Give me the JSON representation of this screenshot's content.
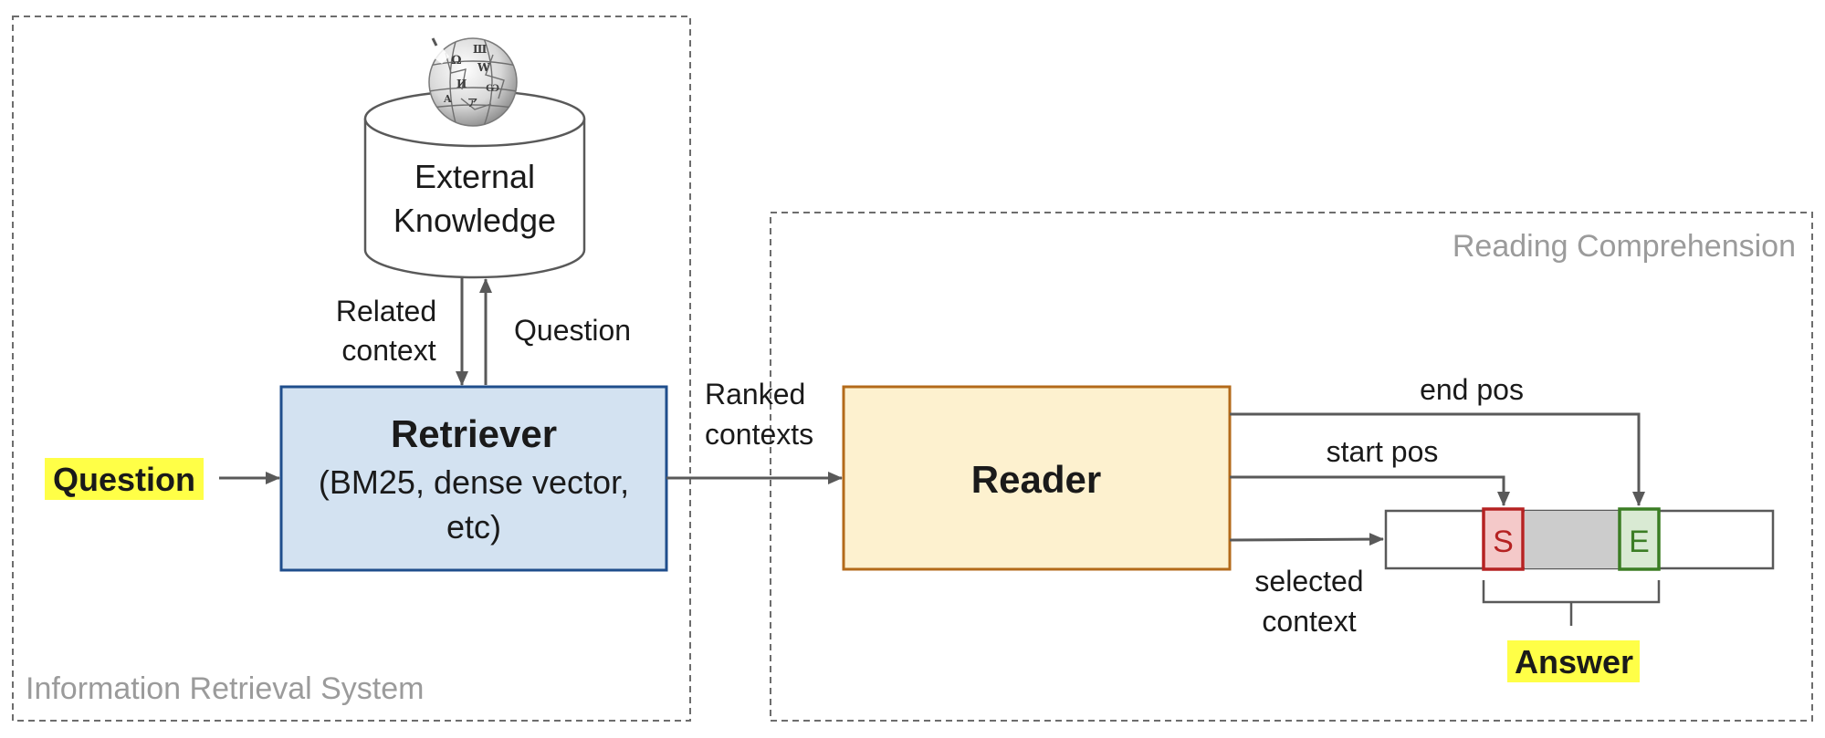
{
  "colors": {
    "region_border": "#6d6d6d",
    "region_label": "#9b9b9b",
    "arrow": "#595959",
    "retriever_fill": "#d3e2f1",
    "retriever_border": "#1f4e8c",
    "reader_fill": "#fdf1cf",
    "reader_border": "#b36a1a",
    "highlight": "#ffff47",
    "start_token_fill": "#f4c9c9",
    "start_token_border": "#b52222",
    "end_token_fill": "#d9ead3",
    "end_token_border": "#3b7d24",
    "span_fill": "#cccccc"
  },
  "regions": {
    "ir": {
      "label": "Information Retrieval System"
    },
    "rc": {
      "label": "Reading Comprehension"
    }
  },
  "knowledge_base": {
    "line1": "External",
    "line2": "Knowledge",
    "icon": "wikipedia-globe-icon"
  },
  "edges": {
    "related_context_line1": "Related",
    "related_context_line2": "context",
    "question": "Question",
    "ranked_contexts_line1": "Ranked",
    "ranked_contexts_line2": "contexts",
    "end_pos": "end pos",
    "start_pos": "start pos",
    "selected_context_line1": "selected",
    "selected_context_line2": "context"
  },
  "input": {
    "label": "Question"
  },
  "retriever": {
    "title": "Retriever",
    "line2": "(BM25, dense vector,",
    "line3": "etc)"
  },
  "reader": {
    "title": "Reader"
  },
  "context_tokens": {
    "start": "S",
    "end": "E"
  },
  "output": {
    "label": "Answer"
  }
}
